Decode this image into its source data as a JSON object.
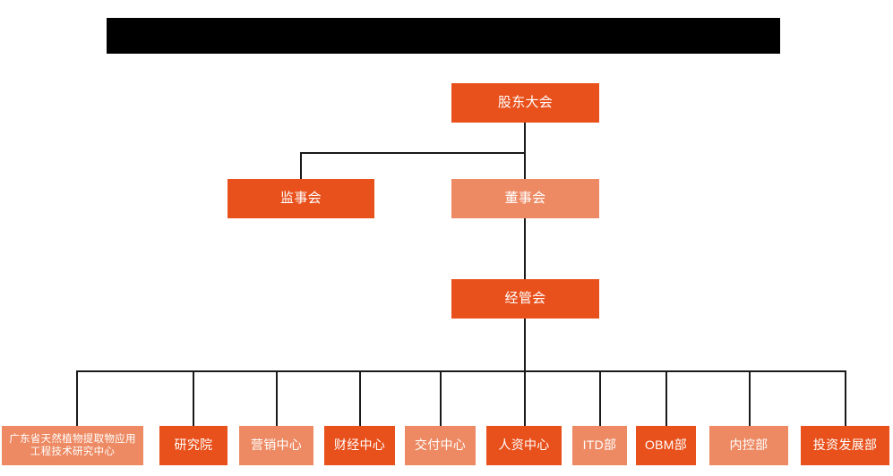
{
  "diagram": {
    "type": "org-chart",
    "title_bar": {
      "label": "",
      "redacted": true,
      "color": "#000000"
    },
    "palette": {
      "dark_orange": "#E8511C",
      "light_orange": "#ED8A63",
      "connector": "#1a1a1a",
      "background": "#ffffff",
      "text": "#ffffff"
    },
    "levels": [
      {
        "level": 1,
        "nodes": [
          {
            "id": "shareholders",
            "label": "股东大会",
            "tone": "dark"
          }
        ]
      },
      {
        "level": 2,
        "nodes": [
          {
            "id": "supervisory",
            "label": "监事会",
            "tone": "dark"
          },
          {
            "id": "board",
            "label": "董事会",
            "tone": "light"
          }
        ]
      },
      {
        "level": 3,
        "nodes": [
          {
            "id": "management",
            "label": "经管会",
            "tone": "dark"
          }
        ]
      },
      {
        "level": 4,
        "nodes": [
          {
            "id": "research-center",
            "label": "广东省天然植物提取物应用工程技术研究中心",
            "tone": "light"
          },
          {
            "id": "institute",
            "label": "研究院",
            "tone": "dark"
          },
          {
            "id": "marketing",
            "label": "营销中心",
            "tone": "light"
          },
          {
            "id": "finance",
            "label": "财经中心",
            "tone": "dark"
          },
          {
            "id": "delivery",
            "label": "交付中心",
            "tone": "light"
          },
          {
            "id": "hr",
            "label": "人资中心",
            "tone": "dark"
          },
          {
            "id": "itd",
            "label": "ITD部",
            "tone": "light"
          },
          {
            "id": "obm",
            "label": "OBM部",
            "tone": "dark"
          },
          {
            "id": "internal-control",
            "label": "内控部",
            "tone": "light"
          },
          {
            "id": "investment",
            "label": "投资发展部",
            "tone": "dark"
          }
        ]
      }
    ]
  }
}
